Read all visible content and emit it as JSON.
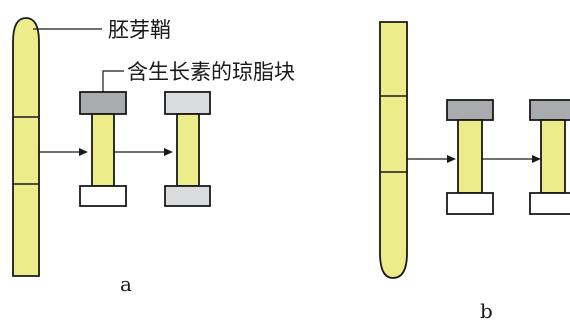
{
  "labels": {
    "coleoptile": "胚芽鞘",
    "auxin_agar_block": "含生长素的琼脂块"
  },
  "panels": [
    {
      "id": "a",
      "caption": "a"
    },
    {
      "id": "b",
      "caption": "b"
    }
  ],
  "colors": {
    "tissue_fill": "#ecec8a",
    "stroke": "#1a1a1a",
    "block_dark": "#a9abae",
    "block_light": "#d9dbdd",
    "block_white": "#ffffff"
  }
}
